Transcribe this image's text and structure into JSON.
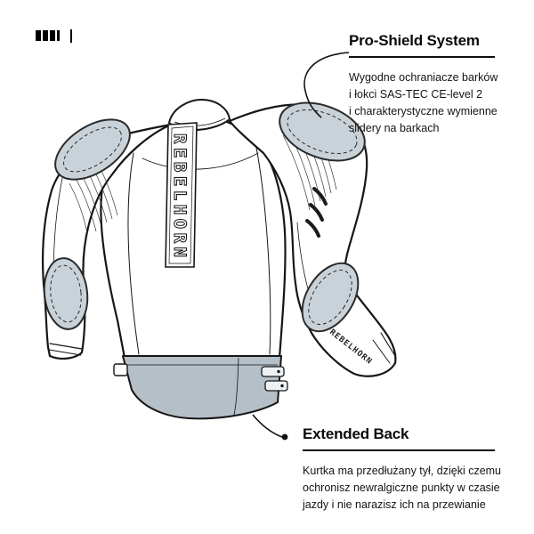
{
  "icons": {
    "brand_mark": "css-bars"
  },
  "callouts": {
    "pro_shield": {
      "title": "Pro-Shield System",
      "lines": [
        "Wygodne ochraniacze barków",
        "i łokci SAS-TEC CE-level 2",
        "i charakterystyczne wymienne",
        "slidery na barkach"
      ]
    },
    "extended_back": {
      "title": "Extended Back",
      "lines": [
        "Kurtka ma przedłużany tył, dzięki czemu",
        "ochronisz newralgiczne punkty w czasie",
        "jazdy i nie narazisz ich na przewianie"
      ]
    }
  },
  "jacket": {
    "back_logo": "REBELHORN",
    "sleeve_logo": "REBELHORN"
  },
  "colors": {
    "pad_fill": "#c9d2d8",
    "hem_fill": "#b4bfc8",
    "outline": "#161616"
  }
}
